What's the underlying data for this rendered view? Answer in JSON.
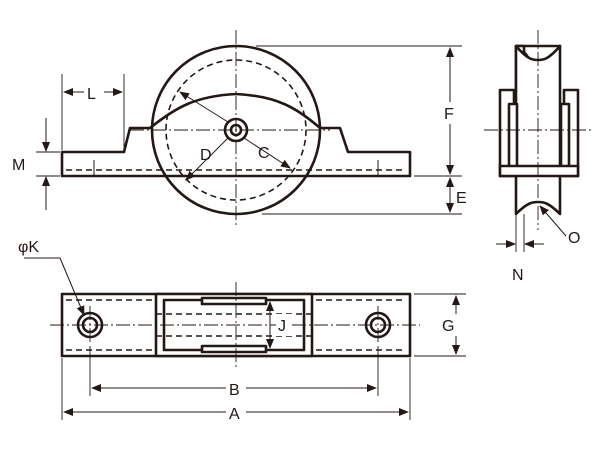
{
  "labels": {
    "A": "A",
    "B": "B",
    "C": "C",
    "D": "D",
    "E": "E",
    "F": "F",
    "G": "G",
    "J": "J",
    "K": "φK",
    "L": "L",
    "M": "M",
    "N": "N",
    "O": "O"
  }
}
